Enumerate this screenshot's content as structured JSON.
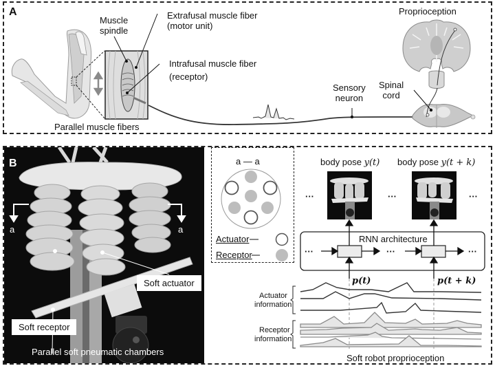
{
  "panel_a": {
    "letter": "A",
    "labels": {
      "muscle_spindle_line1": "Muscle",
      "muscle_spindle_line2": "spindle",
      "extrafusal_line1": "Extrafusal muscle fiber",
      "extrafusal_line2": "(motor unit)",
      "intrafusal_line1": "Intrafusal muscle fiber",
      "intrafusal_line2": "(receptor)",
      "parallel_fibers": "Parallel muscle fibers",
      "sensory_line1": "Sensory",
      "sensory_line2": "neuron",
      "spinal_line1": "Spinal",
      "spinal_line2": "cord",
      "proprioception": "Proprioception"
    }
  },
  "panel_b": {
    "letter": "B",
    "photo": {
      "section_marker": "a",
      "soft_receptor": "Soft receptor",
      "soft_actuator": "Soft actuator",
      "caption": "Parallel soft pneumatic chambers"
    },
    "cross_section": {
      "title": "a — a",
      "legend": [
        {
          "label": "Actuator",
          "marker": "hollow-circle"
        },
        {
          "label": "Receptor",
          "marker": "filled-circle"
        }
      ],
      "actuator_color": "#555555",
      "receptor_color": "#bdbdbd"
    },
    "rnn": {
      "pose_label_1_prefix": "body pose ",
      "pose_label_1_math": "y(t)",
      "pose_label_2_prefix": "body pose ",
      "pose_label_2_math": "y(t + k)",
      "architecture_label": "RNN architecture",
      "input_1": "p(t)",
      "input_2": "p(t + k)",
      "ellipsis": "···",
      "actuator_info_line1": "Actuator",
      "actuator_info_line2": "information",
      "receptor_info_line1": "Receptor",
      "receptor_info_line2": "information",
      "caption": "Soft robot proprioception"
    }
  }
}
